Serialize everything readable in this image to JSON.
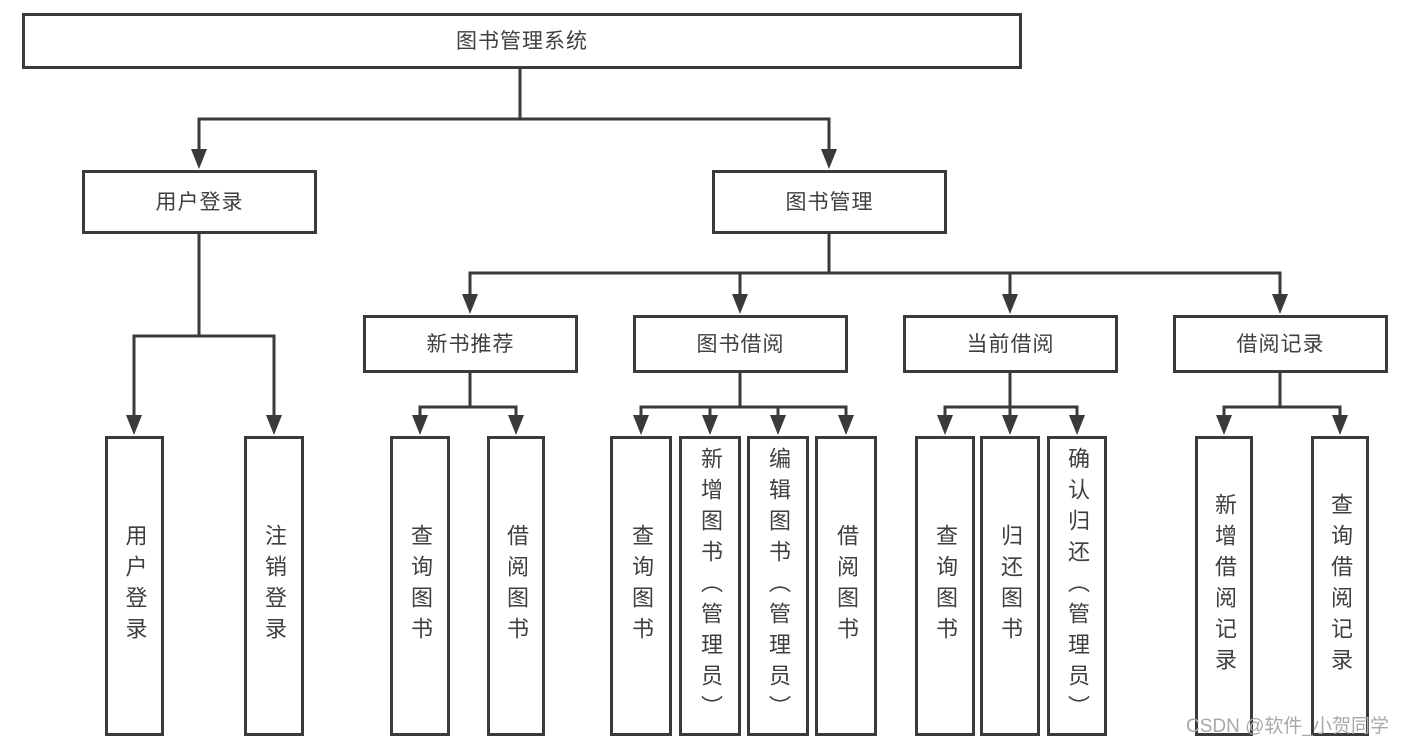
{
  "diagram": {
    "root": {
      "label": "图书管理系统"
    },
    "branches": [
      {
        "label": "用户登录",
        "children": [
          {
            "label": "用户登录"
          },
          {
            "label": "注销登录"
          }
        ]
      },
      {
        "label": "图书管理",
        "children": [
          {
            "label": "新书推荐",
            "children": [
              {
                "label": "查询图书"
              },
              {
                "label": "借阅图书"
              }
            ]
          },
          {
            "label": "图书借阅",
            "children": [
              {
                "label": "查询图书"
              },
              {
                "label": "新增图书（管理员）"
              },
              {
                "label": "编辑图书（管理员）"
              },
              {
                "label": "借阅图书"
              }
            ]
          },
          {
            "label": "当前借阅",
            "children": [
              {
                "label": "查询图书"
              },
              {
                "label": "归还图书"
              },
              {
                "label": "确认归还（管理员）"
              }
            ]
          },
          {
            "label": "借阅记录",
            "children": [
              {
                "label": "新增借阅记录"
              },
              {
                "label": "查询借阅记录"
              }
            ]
          }
        ]
      }
    ]
  },
  "watermark": {
    "text": "CSDN @软件_小贺同学"
  },
  "colors": {
    "line": "#3a3a3a",
    "text": "#3f3f3f",
    "watermark": "#a8a8a8",
    "background": "#ffffff"
  }
}
